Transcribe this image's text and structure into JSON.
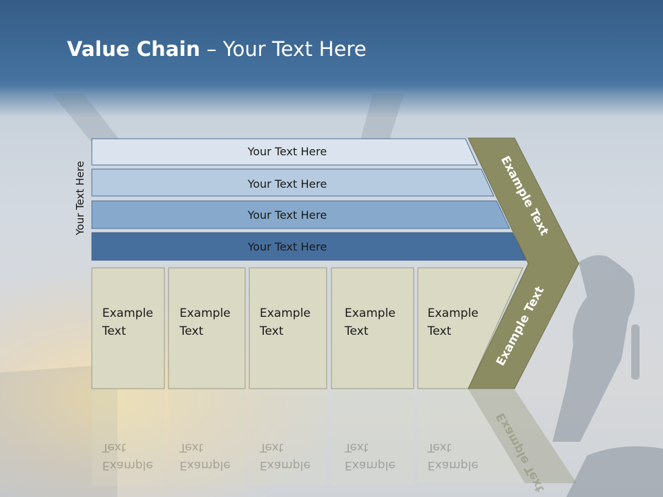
{
  "title": {
    "bold": "Value Chain",
    "rest": " – Your Text Here"
  },
  "side_label": "Your Text Here",
  "bars": [
    {
      "label": "Your Text Here",
      "color": "#dbe4ee"
    },
    {
      "label": "Your Text Here",
      "color": "#b7cbe0"
    },
    {
      "label": "Your Text Here",
      "color": "#87a9cc"
    },
    {
      "label": "Your Text Here",
      "color": "#476f9e"
    }
  ],
  "boxes": [
    {
      "line1": "Example",
      "line2": "Text"
    },
    {
      "line1": "Example",
      "line2": "Text"
    },
    {
      "line1": "Example",
      "line2": "Text"
    },
    {
      "line1": "Example",
      "line2": "Text"
    },
    {
      "line1": "Example",
      "line2": "Text"
    }
  ],
  "chevron": {
    "upper_label": "Example Text",
    "lower_label": "Example Text",
    "color": "#8c8c63"
  },
  "box_color": "#d9d9c4"
}
